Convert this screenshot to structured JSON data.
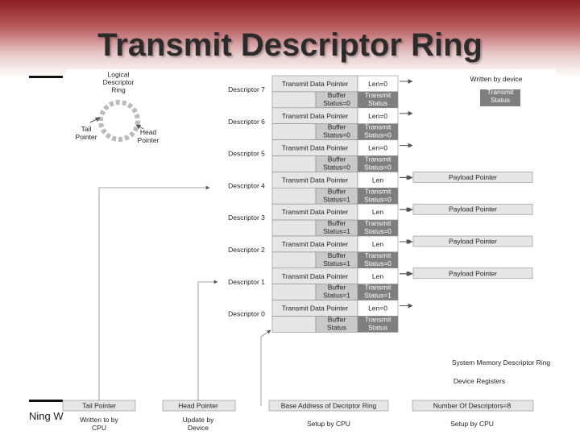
{
  "slide": {
    "title": "Transmit Descriptor Ring",
    "footer_text": "Ning W"
  },
  "ring_icon": {
    "label_lines": [
      "Logical",
      "Descriptor",
      "Ring"
    ],
    "tail_lines": [
      "Tail",
      "Pointer"
    ],
    "head_lines": [
      "Head",
      "Pointer"
    ]
  },
  "descriptors": [
    {
      "name": "Descriptor 7",
      "pointer": "Transmit Data Pointer",
      "len": "Len=0",
      "buffer": [
        "Buffer",
        "Status=0"
      ],
      "transmit": [
        "Transmit",
        "Status"
      ],
      "payload": ""
    },
    {
      "name": "Descriptor 6",
      "pointer": "Transmit Data Pointer",
      "len": "Len=0",
      "buffer": [
        "Buffer",
        "Status=0"
      ],
      "transmit": [
        "Transmit",
        "Status=0"
      ],
      "payload": ""
    },
    {
      "name": "Descriptor 5",
      "pointer": "Transmit Data Pointer",
      "len": "Len=0",
      "buffer": [
        "Buffer",
        "Status=0"
      ],
      "transmit": [
        "Transmit",
        "Status=0"
      ],
      "payload": ""
    },
    {
      "name": "Descriptor 4",
      "pointer": "Transmit Data Pointer",
      "len": "Len",
      "buffer": [
        "Buffer",
        "Status=1"
      ],
      "transmit": [
        "Transmit",
        "Status=0"
      ],
      "payload": "Payload Pointer"
    },
    {
      "name": "Descriptor 3",
      "pointer": "Transmit Data Pointer",
      "len": "Len",
      "buffer": [
        "Buffer",
        "Status=1"
      ],
      "transmit": [
        "Transmit",
        "Status=0"
      ],
      "payload": "Payload Pointer"
    },
    {
      "name": "Descriptor 2",
      "pointer": "Transmit Data Pointer",
      "len": "Len",
      "buffer": [
        "Buffer",
        "Status=1"
      ],
      "transmit": [
        "Transmit",
        "Status=0"
      ],
      "payload": "Payload Pointer"
    },
    {
      "name": "Descriptor 1",
      "pointer": "Transmit Data Pointer",
      "len": "Len",
      "buffer": [
        "Buffer",
        "Status=1"
      ],
      "transmit": [
        "Transmit",
        "Status=1"
      ],
      "payload": "Payload Pointer"
    },
    {
      "name": "Descriptor 0",
      "pointer": "Transmit Data Pointer",
      "len": "Len=0",
      "buffer": [
        "Buffer",
        "Status"
      ],
      "transmit": [
        "Transmit",
        "Status"
      ],
      "payload": ""
    }
  ],
  "legend": {
    "title": "Written by device",
    "box_lines": [
      "Transmit",
      "Status"
    ]
  },
  "labels": {
    "system_memory": "System Memory Descriptor Ring",
    "device_registers": "Device Registers"
  },
  "registers": [
    {
      "label": "Tail Pointer",
      "caption": [
        "Written to by",
        "CPU"
      ]
    },
    {
      "label": "Head Pointer",
      "caption": [
        "Update by",
        "Device"
      ]
    },
    {
      "label": "Base Address of Decriptor Ring",
      "caption": [
        "Setup by CPU"
      ]
    },
    {
      "label": "Number Of Descriptors=8",
      "caption": [
        "Setup by CPU"
      ]
    }
  ],
  "colors": {
    "banner": "#8a1f24",
    "cell_light": "#e6e6e6",
    "cell_mid": "#c9c9c9",
    "cell_dark": "#7f7f7f"
  }
}
